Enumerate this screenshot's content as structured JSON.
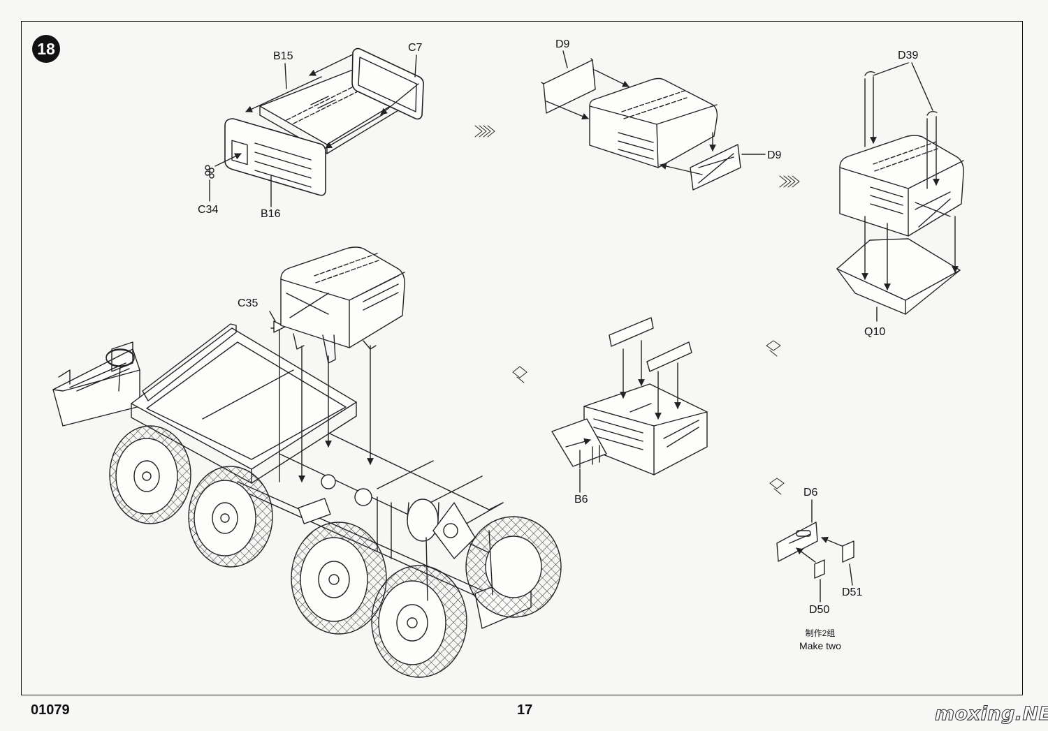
{
  "step": {
    "number": "18"
  },
  "parts": {
    "b15": "B15",
    "c7": "C7",
    "c34": "C34",
    "b16": "B16",
    "d9_top": "D9",
    "d9_right": "D9",
    "d39": "D39",
    "q10": "Q10",
    "c35": "C35",
    "b6": "B6",
    "d6": "D6",
    "d50": "D50",
    "d51": "D51"
  },
  "note": {
    "chinese": "制作2组",
    "english": "Make two"
  },
  "footer": {
    "kit_number": "01079",
    "page_number": "17"
  },
  "watermark": "moxing.NET"
}
